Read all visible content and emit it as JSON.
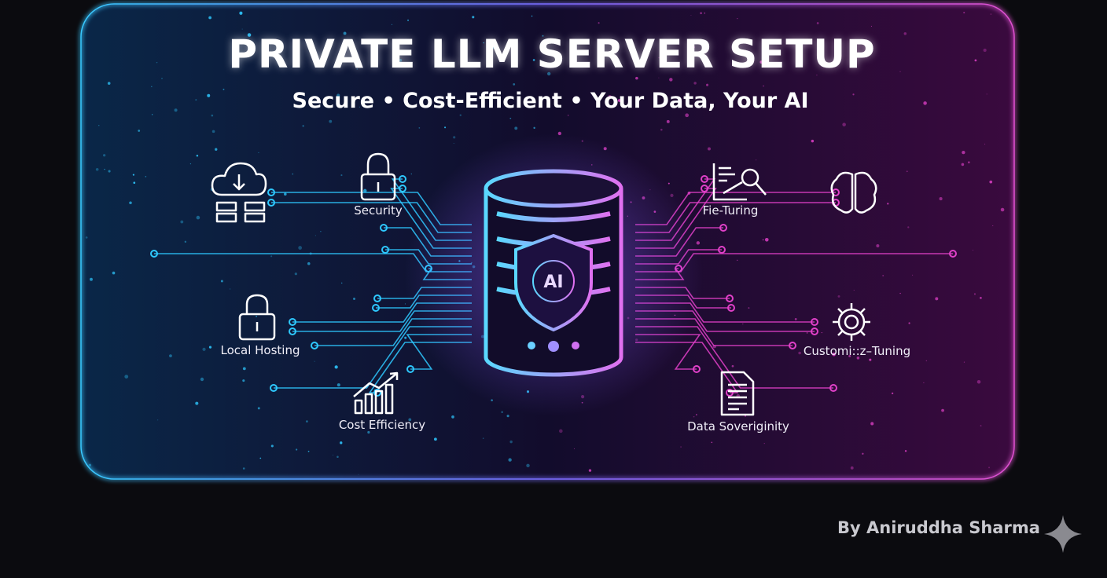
{
  "title": "PRIVATE LLM SERVER SETUP",
  "subtitle": "Secure • Cost-Efficient • Your Data, Your AI",
  "center": {
    "badge_text": "AI",
    "icon": "database-shield-icon"
  },
  "features_left": [
    {
      "label": "",
      "icon": "cloud-server-icon"
    },
    {
      "label": "Security",
      "icon": "lock-icon"
    },
    {
      "label": "Local Hosting",
      "icon": "lock-icon"
    },
    {
      "label": "Cost Efficiency",
      "icon": "growth-chart-icon"
    }
  ],
  "features_right": [
    {
      "label": "Fie-Turing",
      "icon": "document-search-icon"
    },
    {
      "label": "",
      "icon": "brain-icon"
    },
    {
      "label": "Customi::z–Tuning",
      "icon": "gear-icon"
    },
    {
      "label": "Data Soveriginity",
      "icon": "document-icon"
    }
  ],
  "credit": "By Aniruddha Sharma",
  "colors": {
    "left_accent": "#2ec8ff",
    "right_accent": "#e040c8",
    "background": "#0b0b0f"
  }
}
